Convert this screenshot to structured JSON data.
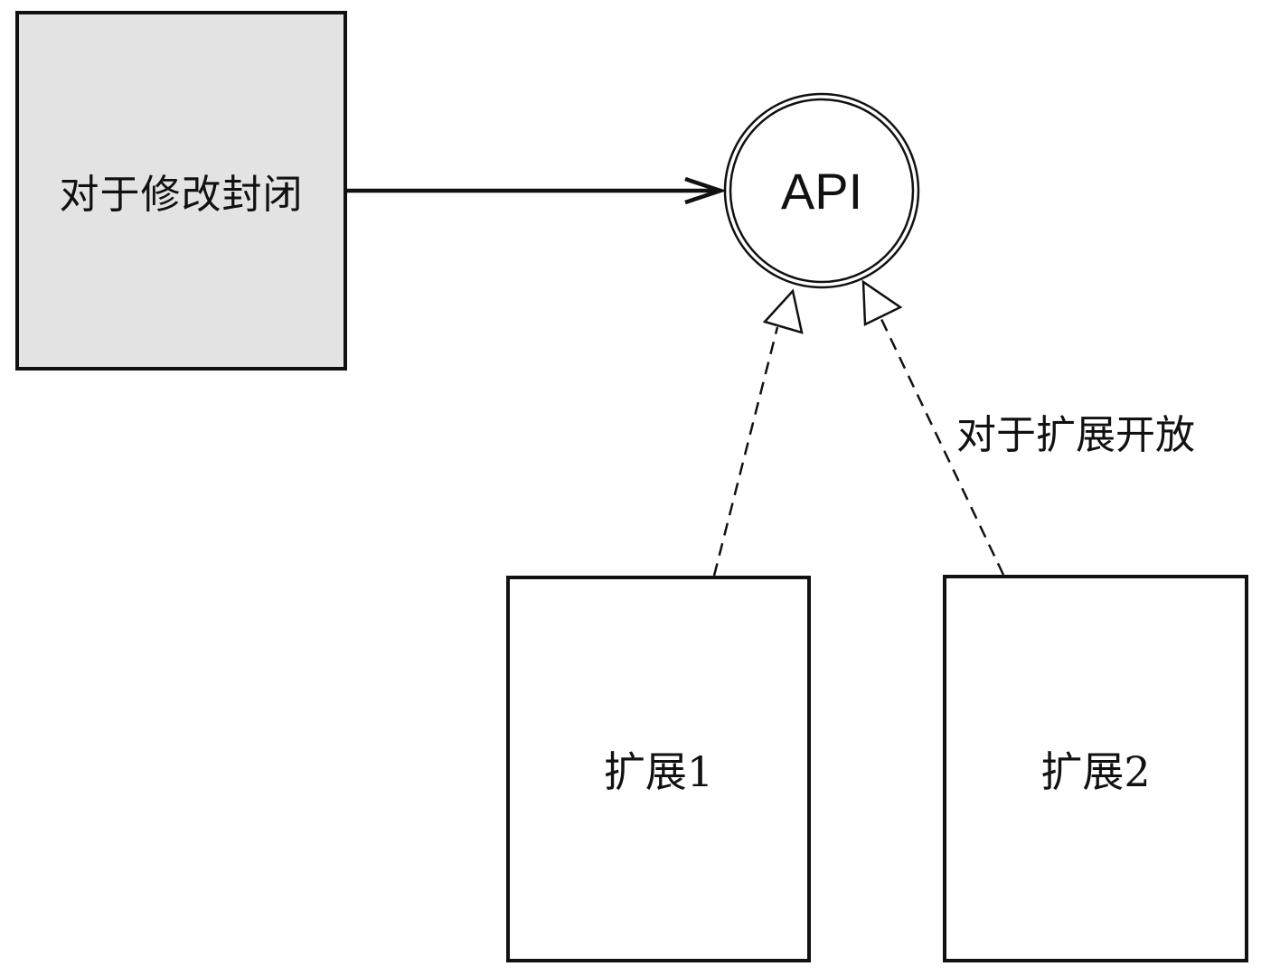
{
  "nodes": {
    "closed": {
      "label": "对于修改封闭"
    },
    "api": {
      "label": "API"
    },
    "extension1": {
      "label": "扩展1"
    },
    "extension2": {
      "label": "扩展2"
    }
  },
  "annotations": {
    "open": "对于扩展开放"
  }
}
